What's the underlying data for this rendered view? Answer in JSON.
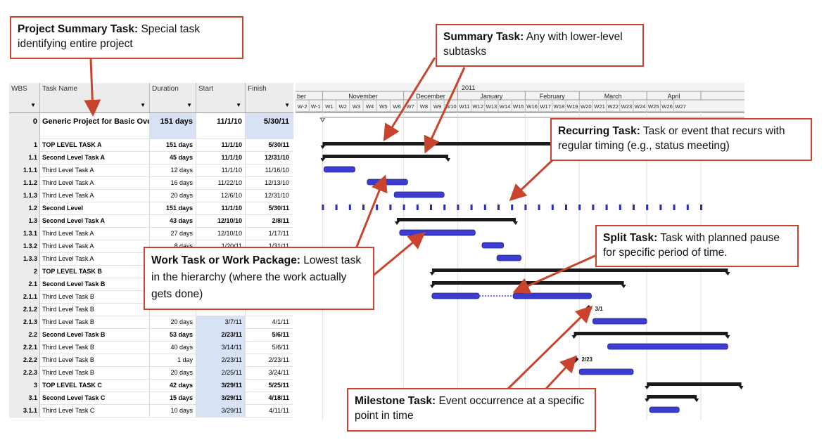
{
  "columns": {
    "wbs": "WBS",
    "name": "Task Name",
    "duration": "Duration",
    "start": "Start",
    "finish": "Finish"
  },
  "tasks": [
    {
      "wbs": "0",
      "name": "Generic Project for Basic Overview",
      "duration": "151 days",
      "start": "11/1/10",
      "finish": "5/30/11",
      "bold": true,
      "summaryTop": true
    },
    {
      "wbs": "1",
      "name": "TOP LEVEL TASK A",
      "duration": "151 days",
      "start": "11/1/10",
      "finish": "5/30/11",
      "bold": true
    },
    {
      "wbs": "1.1",
      "name": "Second Level Task A",
      "duration": "45 days",
      "start": "11/1/10",
      "finish": "12/31/10",
      "bold": true
    },
    {
      "wbs": "1.1.1",
      "name": "Third Level Task A",
      "duration": "12 days",
      "start": "11/1/10",
      "finish": "11/16/10",
      "bold": false
    },
    {
      "wbs": "1.1.2",
      "name": "Third Level Task A",
      "duration": "16 days",
      "start": "11/22/10",
      "finish": "12/13/10",
      "bold": false
    },
    {
      "wbs": "1.1.3",
      "name": "Third Level Task A",
      "duration": "20 days",
      "start": "12/6/10",
      "finish": "12/31/10",
      "bold": false
    },
    {
      "wbs": "1.2",
      "name": "Second Level",
      "duration": "151 days",
      "start": "11/1/10",
      "finish": "5/30/11",
      "bold": true
    },
    {
      "wbs": "1.3",
      "name": "Second Level Task A",
      "duration": "43 days",
      "start": "12/10/10",
      "finish": "2/8/11",
      "bold": true
    },
    {
      "wbs": "1.3.1",
      "name": "Third Level Task A",
      "duration": "27 days",
      "start": "12/10/10",
      "finish": "1/17/11",
      "bold": false
    },
    {
      "wbs": "1.3.2",
      "name": "Third Level Task A",
      "duration": "8 days",
      "start": "1/20/11",
      "finish": "1/31/11",
      "bold": false
    },
    {
      "wbs": "1.3.3",
      "name": "Third Level Task A",
      "duration": "",
      "start": "",
      "finish": "",
      "bold": false
    },
    {
      "wbs": "2",
      "name": "TOP LEVEL TASK B",
      "duration": "",
      "start": "",
      "finish": "",
      "bold": true
    },
    {
      "wbs": "2.1",
      "name": "Second Level Task B",
      "duration": "",
      "start": "",
      "finish": "",
      "bold": true
    },
    {
      "wbs": "2.1.1",
      "name": "Third Level Task B",
      "duration": "",
      "start": "",
      "finish": "",
      "bold": false
    },
    {
      "wbs": "2.1.2",
      "name": "Third Level Task B",
      "duration": "",
      "start": "",
      "finish": "",
      "bold": false
    },
    {
      "wbs": "2.1.3",
      "name": "Third Level Task B",
      "duration": "20 days",
      "start": "3/7/11",
      "finish": "4/1/11",
      "bold": false
    },
    {
      "wbs": "2.2",
      "name": "Second Level Task B",
      "duration": "53 days",
      "start": "2/23/11",
      "finish": "5/6/11",
      "bold": true
    },
    {
      "wbs": "2.2.1",
      "name": "Third Level Task B",
      "duration": "40 days",
      "start": "3/14/11",
      "finish": "5/6/11",
      "bold": false
    },
    {
      "wbs": "2.2.2",
      "name": "Third Level Task B",
      "duration": "1 day",
      "start": "2/23/11",
      "finish": "2/23/11",
      "bold": false
    },
    {
      "wbs": "2.2.3",
      "name": "Third Level Task B",
      "duration": "20 days",
      "start": "2/25/11",
      "finish": "3/24/11",
      "bold": false
    },
    {
      "wbs": "3",
      "name": "TOP LEVEL TASK C",
      "duration": "42 days",
      "start": "3/29/11",
      "finish": "5/25/11",
      "bold": true
    },
    {
      "wbs": "3.1",
      "name": "Second Level Task C",
      "duration": "15 days",
      "start": "3/29/11",
      "finish": "4/18/11",
      "bold": true
    },
    {
      "wbs": "3.1.1",
      "name": "Third Level Task C",
      "duration": "10 days",
      "start": "3/29/11",
      "finish": "4/11/11",
      "bold": false
    }
  ],
  "timeline": {
    "year": "2011",
    "months": [
      "ber",
      "November",
      "December",
      "January",
      "February",
      "March",
      "April"
    ],
    "weeks": [
      "W-2",
      "W-1",
      "W1",
      "W2",
      "W3",
      "W4",
      "W5",
      "W6",
      "W7",
      "W8",
      "W9",
      "W10",
      "W11",
      "W12",
      "W13",
      "W14",
      "W15",
      "W16",
      "W17",
      "W18",
      "W19",
      "W20",
      "W21",
      "W22",
      "W23",
      "W24",
      "W25",
      "W26",
      "W27"
    ],
    "milestones": [
      {
        "label": "3/1"
      },
      {
        "label": "2/23"
      }
    ]
  },
  "callouts": {
    "project_summary": {
      "title": "Project Summary Task:",
      "text": " Special task identifying entire project"
    },
    "summary": {
      "title": "Summary Task:",
      "text": " Any with lower-level subtasks"
    },
    "recurring": {
      "title": "Recurring Task:",
      "text": "  Task or event that recurs with regular timing (e.g., status meeting)"
    },
    "split": {
      "title": "Split Task:",
      "text": "  Task with planned pause for specific period of time."
    },
    "work": {
      "title": "Work Task or Work Package:",
      "text": " Lowest task in the hierarchy (where the work actually gets done)"
    },
    "milestone": {
      "title": "Milestone Task:",
      "text": " Event occurrence at a specific point in time"
    }
  },
  "colors": {
    "callout_border": "#c8442c",
    "task_bar": "#3c3cd2",
    "summary_bar": "#111111",
    "highlight": "#d8e2f5"
  }
}
